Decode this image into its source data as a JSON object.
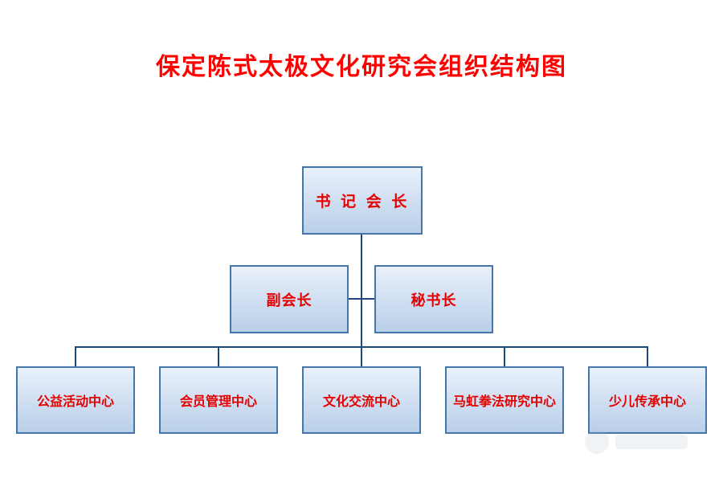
{
  "title": "保定陈式太极文化研究会组织结构图",
  "org": {
    "root": {
      "label": "书 记  会 长"
    },
    "level2": [
      {
        "label": "副会长"
      },
      {
        "label": "秘书长"
      }
    ],
    "level3": [
      {
        "label": "公益活动中心"
      },
      {
        "label": "会员管理中心"
      },
      {
        "label": "文化交流中心"
      },
      {
        "label": "马虹拳法研究中心"
      },
      {
        "label": "少儿传承中心"
      }
    ]
  },
  "colors": {
    "title_text": "#ff0000",
    "box_text": "#e60000",
    "box_border": "#4476ac",
    "box_fill_top": "#e9f1fb",
    "box_fill_bottom": "#b9cfe8",
    "connector_line": "#1b4a7a"
  }
}
